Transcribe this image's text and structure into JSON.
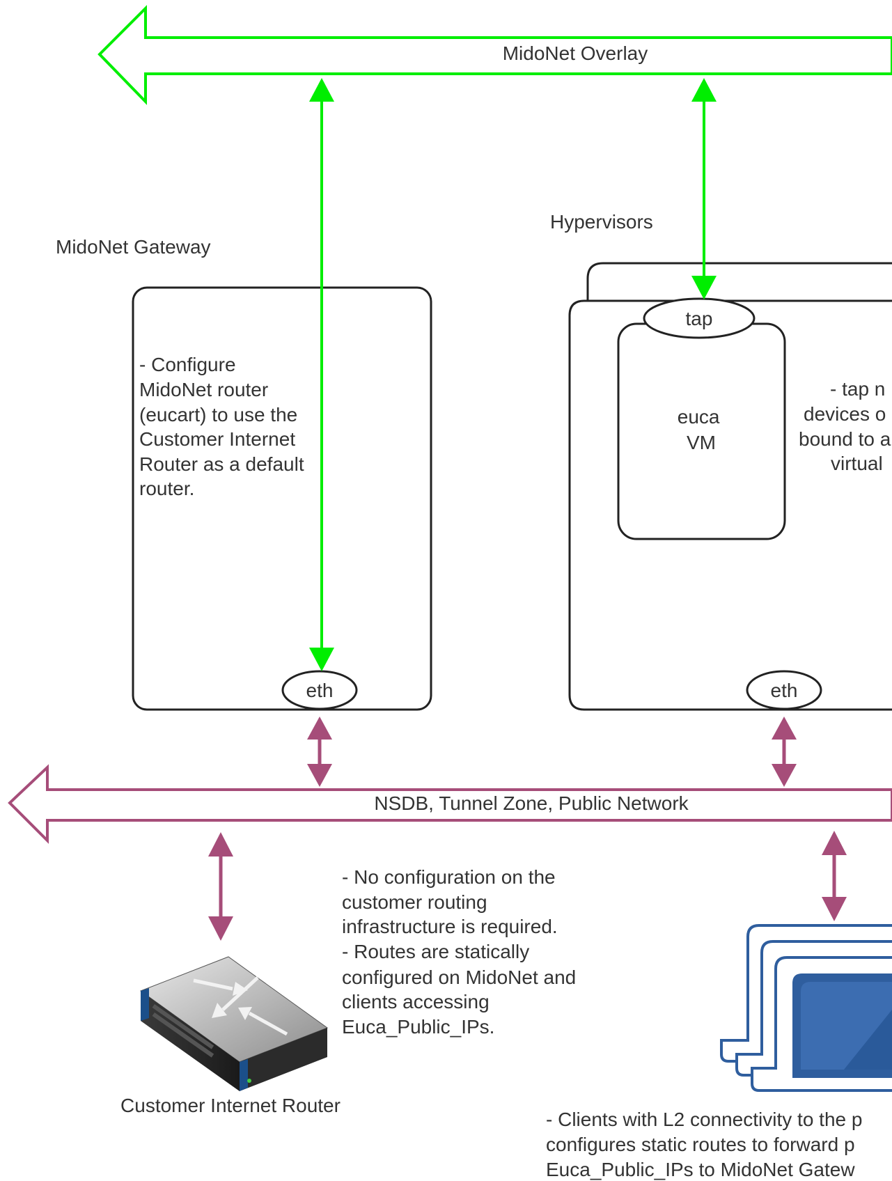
{
  "labels": {
    "overlay": "MidoNet Overlay",
    "public_network": "NSDB, Tunnel Zone, Public Network",
    "gateway_title": "MidoNet Gateway",
    "hypervisors_title": "Hypervisors",
    "eth_gateway": "eth",
    "eth_hypervisor": "eth",
    "tap": "tap",
    "vm_line1": "euca",
    "vm_line2": "VM",
    "router_caption": "Customer Internet Router"
  },
  "notes": {
    "gateway": [
      "- Configure",
      "MidoNet router",
      "(eucart) to use the",
      "Customer Internet",
      "Router as a default",
      "router."
    ],
    "hypervisor": [
      "- tap n",
      "devices o",
      "bound to a",
      "virtual"
    ],
    "routing": [
      "- No configuration on the",
      "customer routing",
      "infrastructure is required.",
      "- Routes are statically",
      "configured on MidoNet and",
      "clients accessing",
      "Euca_Public_IPs."
    ],
    "clients": [
      "- Clients with L2 connectivity to the p",
      "configures static routes to forward p",
      "Euca_Public_IPs to MidoNet Gatew"
    ]
  },
  "colors": {
    "overlay": "#00ee00",
    "public_network": "#a64d79",
    "box_stroke": "#222222",
    "laptop_blue": "#2f5e9e",
    "router_dark": "#2a2a2a",
    "router_accent": "#1b4f8a"
  },
  "icons": {
    "router": "network-router-icon",
    "clients": "laptop-stack-icon"
  }
}
